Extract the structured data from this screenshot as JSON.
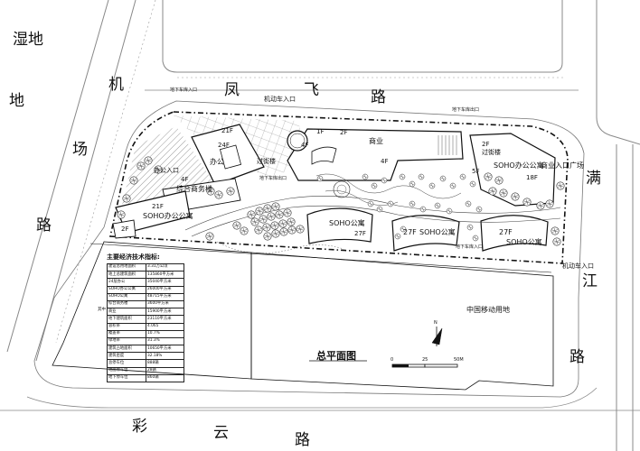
{
  "roads": {
    "wetland": "湿地",
    "airport_chars": [
      "机",
      "场",
      "路"
    ],
    "fengfei_chars": [
      "凤",
      "飞",
      "路"
    ],
    "manjiang_chars": [
      "满",
      "江",
      "路"
    ],
    "caiyun_chars": [
      "彩",
      "云",
      "路"
    ],
    "di": "地"
  },
  "labels": {
    "entrance_top": "机动车入口",
    "entrance_right": "机动车入口",
    "office_entrance": "办公入口",
    "office": "办公",
    "office_floors": "24F",
    "floor_21": "21F",
    "floor_21b": "21F",
    "floor_4_left": "4F",
    "complex": "综合商务楼",
    "soho_office_left": "SOHO办公公寓",
    "floor_2_left": "2F",
    "arcade_left": "过街楼",
    "floor_1": "1F",
    "floor_2_top": "2F",
    "floor_4_center": "4F",
    "commerce": "商业",
    "floor_4_mid": "4F",
    "floor_5": "5F",
    "floor_2_right": "2F",
    "arcade_right": "过街楼",
    "soho_office_right": "SOHO办公公寓",
    "commerce_entrance": "商业入口广场",
    "floor_18": "18F",
    "soho_apartment_1": "SOHO公寓",
    "floor_27_a": "27F",
    "floor_27_b": "27F",
    "soho_apartment_2": "SOHO公寓",
    "floor_27_c": "27F",
    "soho_apartment_3": "SOHO公寓",
    "cmcc_land": "中国移动用地",
    "plan_title": "总平面图",
    "north": "N",
    "scale_0": "0",
    "scale_25": "25",
    "scale_50": "50M",
    "underground_entrance_1": "地下车库入口",
    "underground_entrance_2": "地下车库出口",
    "underground_entrance_3": "地下车库出口",
    "underground_entrance_4": "地下车库入口"
  },
  "stats": {
    "header": "主要经济技术指标:",
    "rows": [
      [
        "建设总用地面积",
        "3.31万公顷"
      ],
      [
        "地上总建筑面积",
        "135860平方米"
      ],
      [
        "24层办公",
        "35040平方米"
      ],
      [
        "SOHO办公公寓",
        "26000平方米"
      ],
      [
        "SOHO公寓",
        "48715平方米"
      ],
      [
        "综合商务楼",
        "3600平方米"
      ],
      [
        "商业",
        "15900平方米"
      ],
      [
        "地下建筑面积",
        "23110平方米"
      ],
      [
        "容积率",
        "4.065"
      ],
      [
        "覆盖率",
        "10.7%"
      ],
      [
        "绿地率",
        "31.3%"
      ],
      [
        "建筑占地面积",
        "10650平方米"
      ],
      [
        "建筑密度",
        "32.18%"
      ],
      [
        "总停车位",
        "888辆"
      ],
      [
        "地面停车位",
        "28辆"
      ],
      [
        "地下停车位",
        "860辆"
      ]
    ],
    "side_label": "其中"
  },
  "colors": {
    "line": "#111111",
    "grey": "#777777",
    "hatch": "#555555"
  }
}
